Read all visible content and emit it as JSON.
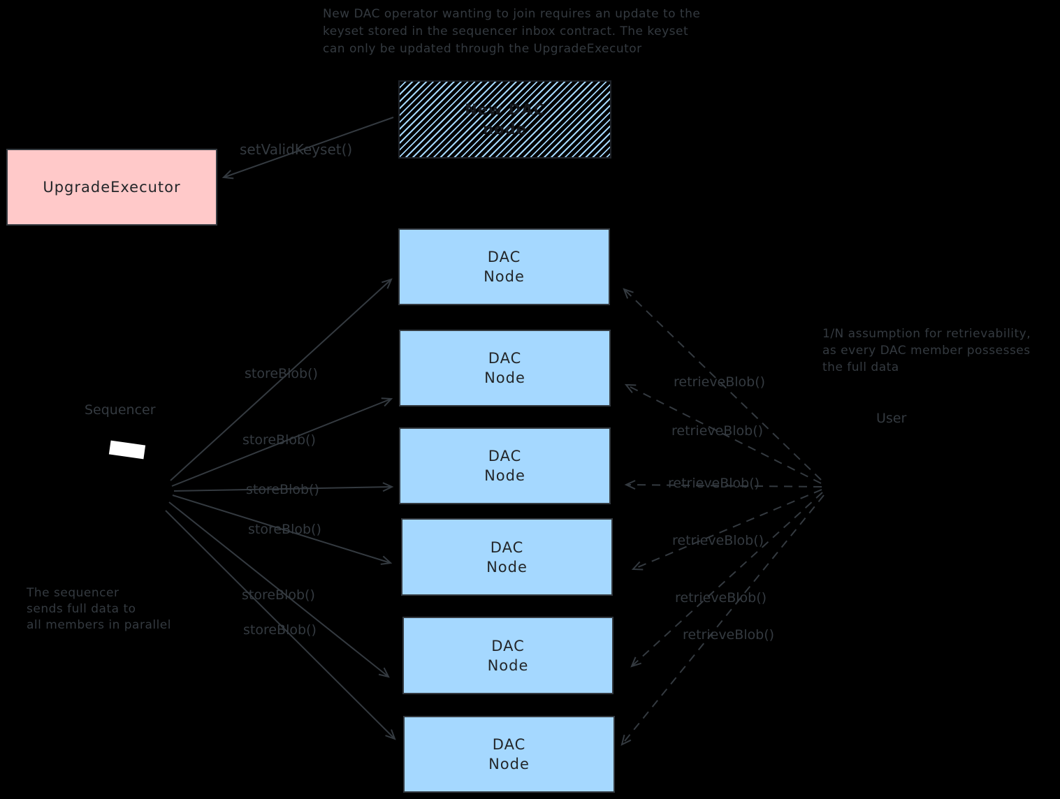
{
  "colors": {
    "background": "#000000",
    "stroke": "#343a40",
    "dac_node_fill": "#a5d8ff",
    "upgrade_executor_fill": "#ffc9c9",
    "sequencer_screen": "#ffffff"
  },
  "annotations": {
    "top": {
      "line1": "New DAC operator wanting to join requires an update to the",
      "line2": "keyset stored in the sequencer inbox contract. The keyset",
      "line3": "can only be updated through the UpgradeExecutor"
    },
    "right": {
      "line1": "1/N assumption for retrievability,",
      "line2": "as every DAC member possesses",
      "line3": "the full data"
    },
    "bottom_left": {
      "line1": "The sequencer",
      "line2": "sends full data to",
      "line3": "all members in parallel"
    }
  },
  "nodes": {
    "upgrade_executor": "UpgradeExecutor",
    "new_dac_node": {
      "line1": "New DAC",
      "line2": "node"
    },
    "dac_nodes": [
      {
        "line1": "DAC",
        "line2": "Node"
      },
      {
        "line1": "DAC",
        "line2": "Node"
      },
      {
        "line1": "DAC",
        "line2": "Node"
      },
      {
        "line1": "DAC",
        "line2": "Node"
      },
      {
        "line1": "DAC",
        "line2": "Node"
      },
      {
        "line1": "DAC",
        "line2": "Node"
      }
    ]
  },
  "labels": {
    "set_valid_keyset": "setValidKeyset()",
    "sequencer": "Sequencer",
    "user": "User",
    "store_blob": [
      "storeBlob()",
      "storeBlob()",
      "storeBlob()",
      "storeBlob()",
      "storeBlob()",
      "storeBlob()"
    ],
    "retrieve_blob": [
      "retrieveBlob()",
      "retrieveBlob()",
      "retrieveBlob()",
      "retrieveBlob()",
      "retrieveBlob()",
      "retrieveBlob()"
    ]
  }
}
